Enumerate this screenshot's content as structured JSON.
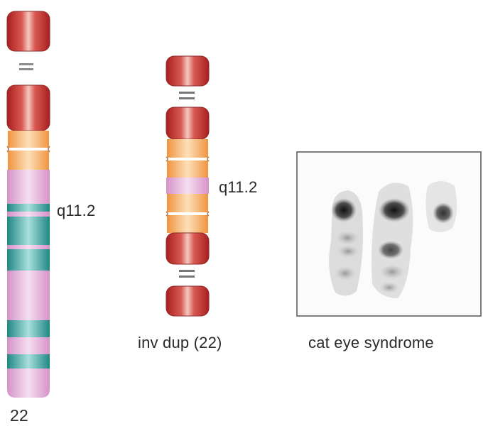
{
  "labels": {
    "chromosome_number": "22",
    "band_left": "q11.2",
    "band_middle": "q11.2",
    "inv_dup": "inv dup (22)",
    "cat_eye": "cat eye syndrome"
  },
  "colors": {
    "centromere_red": "#c53434",
    "band_orange": "#f2a24f",
    "band_pink": "#dda6d3",
    "band_teal": "#2f9a98",
    "outline": "#8a3a2a",
    "photo_border": "#555555"
  },
  "diagram": {
    "chromosome_22_bands": [
      "red",
      "orange",
      "orange",
      "pink",
      "teal",
      "pink",
      "teal",
      "pink",
      "teal",
      "pink",
      "teal",
      "pink",
      "teal",
      "pink"
    ],
    "inv_dup_bands": [
      "red",
      "orange",
      "orange",
      "pink",
      "orange",
      "orange",
      "red"
    ],
    "photo_content": "karyotype image of three chromosomes"
  }
}
